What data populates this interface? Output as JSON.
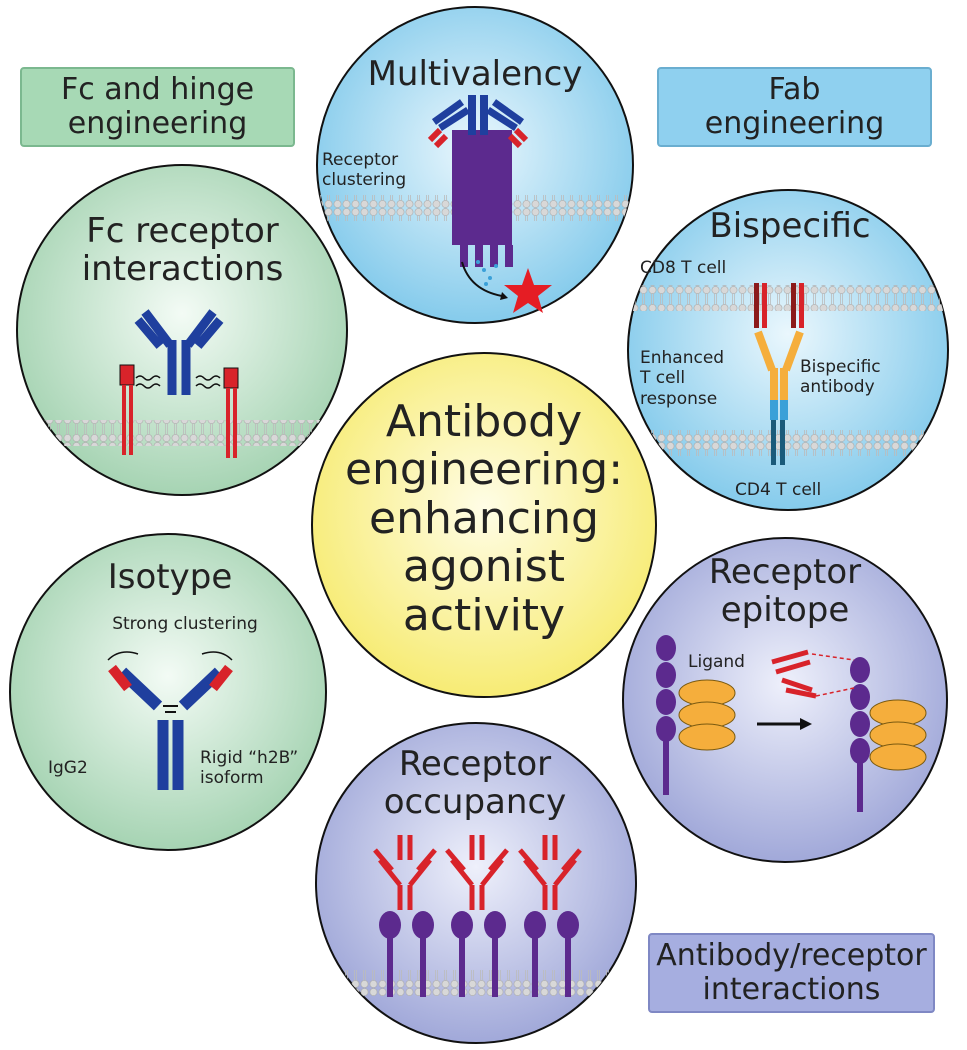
{
  "boxes": {
    "fc_hinge": {
      "line1": "Fc and hinge",
      "line2": "engineering"
    },
    "fab": {
      "line1": "Fab",
      "line2": "engineering"
    },
    "ab_receptor": {
      "line1": "Antibody/receptor",
      "line2": "interactions"
    }
  },
  "center": {
    "line1": "Antibody",
    "line2": "engineering:",
    "line3": "enhancing",
    "line4": "agonist",
    "line5": "activity"
  },
  "multivalency": {
    "title": "Multivalency",
    "label1": "Receptor",
    "label2": "clustering"
  },
  "bispecific": {
    "title": "Bispecific",
    "cd8": "CD8 T cell",
    "cd4": "CD4 T cell",
    "enh1": "Enhanced",
    "enh2": "T cell",
    "enh3": "response",
    "bs1": "Bispecific",
    "bs2": "antibody"
  },
  "fc_receptor": {
    "title1": "Fc receptor",
    "title2": "interactions"
  },
  "isotype": {
    "title": "Isotype",
    "strong": "Strong clustering",
    "igg2": "IgG2",
    "rigid1": "Rigid “h2B”",
    "rigid2": "isoform"
  },
  "epitope": {
    "title1": "Receptor",
    "title2": "epitope",
    "ligand": "Ligand"
  },
  "occupancy": {
    "title1": "Receptor",
    "title2": "occupancy"
  },
  "colors": {
    "green_bg": "#cfe8d6",
    "blue_bg": "#aedcf2",
    "purple_bg": "#b7bde3",
    "yellow": "#fbf29a",
    "antibody_blue": "#1f3f9e",
    "receptor_red": "#d8232a",
    "receptor_purple": "#5c2a8e",
    "ligand_orange": "#f5ae3c",
    "membrane": "#c8c8c8"
  }
}
